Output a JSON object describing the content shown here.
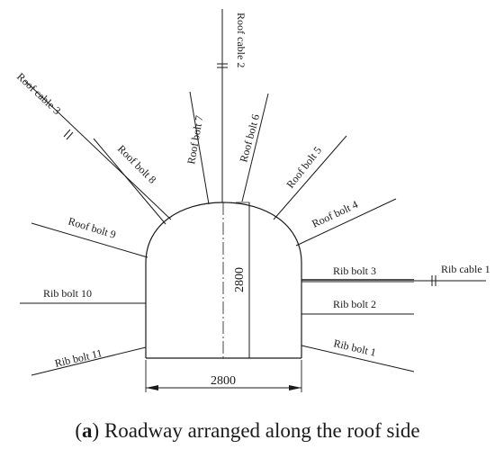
{
  "labels": {
    "roof_cable_2": "Roof cable 2",
    "roof_cable_3": "Roof cable 3",
    "roof_bolt_4": "Roof bolt 4",
    "roof_bolt_5": "Roof bolt 5",
    "roof_bolt_6": "Roof bolt 6",
    "roof_bolt_7": "Roof bolt 7",
    "roof_bolt_8": "Roof bolt 8",
    "roof_bolt_9": "Roof bolt 9",
    "rib_bolt_1": "Rib bolt 1",
    "rib_bolt_2": "Rib bolt 2",
    "rib_bolt_3": "Rib bolt 3",
    "rib_bolt_10": "Rib bolt 10",
    "rib_bolt_11": "Rib bolt 11",
    "rib_cable_1": "Rib cable 1"
  },
  "dimensions": {
    "width": "2800",
    "height": "2800"
  },
  "caption": {
    "tag": "a",
    "text": "Roadway arranged along the roof side"
  }
}
